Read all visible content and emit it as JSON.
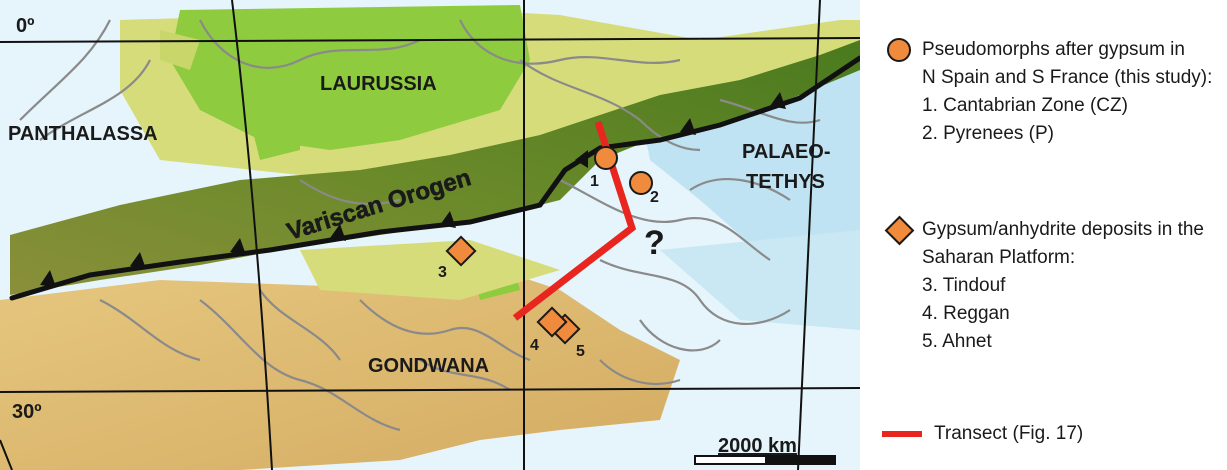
{
  "map": {
    "labels": {
      "laurussia": "LAURUSSIA",
      "panthalassa": "PANTHALASSA",
      "palaeo_1": "PALAEO-",
      "palaeo_2": "TETHYS",
      "gondwana": "GONDWANA",
      "variscan": "Variscan Orogen",
      "lat_0": "0º",
      "lat_30": "30º",
      "question": "?",
      "scale": "2000 km"
    },
    "sites": {
      "s1": "1",
      "s2": "2",
      "s3": "3",
      "s4": "4",
      "s5": "5"
    },
    "colors": {
      "ocean_light": "#e6f4fb",
      "ocean_blue": "#bfe3f2",
      "laurussia_green": "#8ecb3f",
      "laurussia_yellow": "#d6dc7a",
      "orogen_dark": "#4f7d1f",
      "gondwana_tan": "#e2c27a",
      "marker_orange": "#f08a3c",
      "transect_red": "#e8261f"
    }
  },
  "legend": {
    "circle_title_1": "Pseudomorphs after gypsum in",
    "circle_title_2": "N Spain and S France (this study):",
    "item1": "1. Cantabrian Zone (CZ)",
    "item2": "2. Pyrenees (P)",
    "diamond_title_1": "Gypsum/anhydrite deposits in the",
    "diamond_title_2": "Saharan Platform:",
    "item3": "3. Tindouf",
    "item4": "4. Reggan",
    "item5": "5. Ahnet",
    "transect": "Transect (Fig. 17)"
  }
}
